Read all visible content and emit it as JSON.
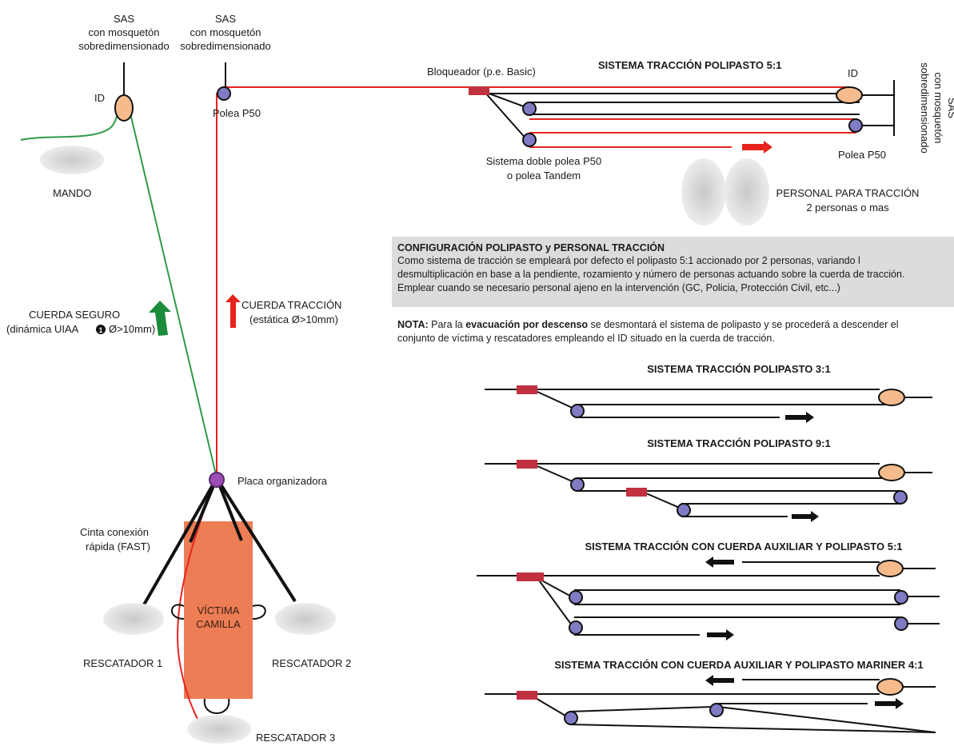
{
  "left": {
    "sas1": [
      "SAS",
      "con mosquetón",
      "sobredimensionado"
    ],
    "sas2": [
      "SAS",
      "con mosquetón",
      "sobredimensionado"
    ],
    "id": "ID",
    "mando": "MANDO",
    "polea_p50": "Polea P50",
    "cuerda_seguro": [
      "CUERDA SEGURO",
      "(dinámica UIAA",
      "Ø>10mm)"
    ],
    "cuerda_seguro_mark": "1",
    "cuerda_traccion": [
      "CUERDA TRACCIÓN",
      "(estática Ø>10mm)"
    ],
    "placa": "Placa organizadora",
    "cinta": [
      "Cinta conexión",
      "rápida (FAST)"
    ],
    "victima": [
      "VÍCTIMA",
      "CAMILLA"
    ],
    "rescatador1": "RESCATADOR 1",
    "rescatador2": "RESCATADOR 2",
    "rescatador3": "RESCATADOR 3"
  },
  "top": {
    "title": "SISTEMA TRACCIÓN POLIPASTO 5:1",
    "bloqueador": "Bloqueador (p.e. Basic)",
    "id": "ID",
    "sas_vertical": [
      "SAS",
      "con mosquetón",
      "sobredimensionado"
    ],
    "polea_p50": "Polea P50",
    "doble_polea": [
      "Sistema doble polea P50",
      "o polea Tandem"
    ],
    "personal": [
      "PERSONAL PARA TRACCIÓN",
      "2 personas o mas"
    ]
  },
  "config": {
    "heading": "CONFIGURACIÓN POLIPASTO y PERSONAL TRACCIÓN",
    "lines": [
      "Como sistema de tracción se empleará por defecto el polipasto 5:1 accionado por 2 personas, variando l",
      "desmultiplicación  en base a la pendiente, rozamiento y número de personas actuando sobre la cuerda de tracción.",
      "Emplear cuando se necesario personal ajeno en la intervención (GC, Policia, Protección Civil, etc...)"
    ]
  },
  "nota": {
    "label": "NOTA:",
    "pre": " Para la ",
    "bold": "evacuación por descenso",
    "post": " se desmontará el sistema de polipasto y se procederá a descender el",
    "line2": "conjunto de víctima y rescatadores empleando el ID situado en la cuerda de tracción."
  },
  "systems": [
    {
      "title": "SISTEMA TRACCIÓN POLIPASTO 3:1"
    },
    {
      "title": "SISTEMA TRACCIÓN POLIPASTO 9:1"
    },
    {
      "title": "SISTEMA TRACCIÓN CON CUERDA AUXILIAR Y POLIPASTO 5:1"
    },
    {
      "title": "SISTEMA TRACCIÓN CON CUERDA AUXILIAR Y POLIPASTO MARINER  4:1"
    }
  ],
  "colors": {
    "traction_rope": "#e8231e",
    "safety_rope": "#2f9a47",
    "stretcher": "#ec7d55",
    "id_device": "#f5bb8c",
    "pulley": "#7f7cc4",
    "blocker": "#c0303f",
    "arrow_green": "#1a8c3c",
    "arrow_red": "#e8231e",
    "box_bg": "#dcdcdc"
  }
}
